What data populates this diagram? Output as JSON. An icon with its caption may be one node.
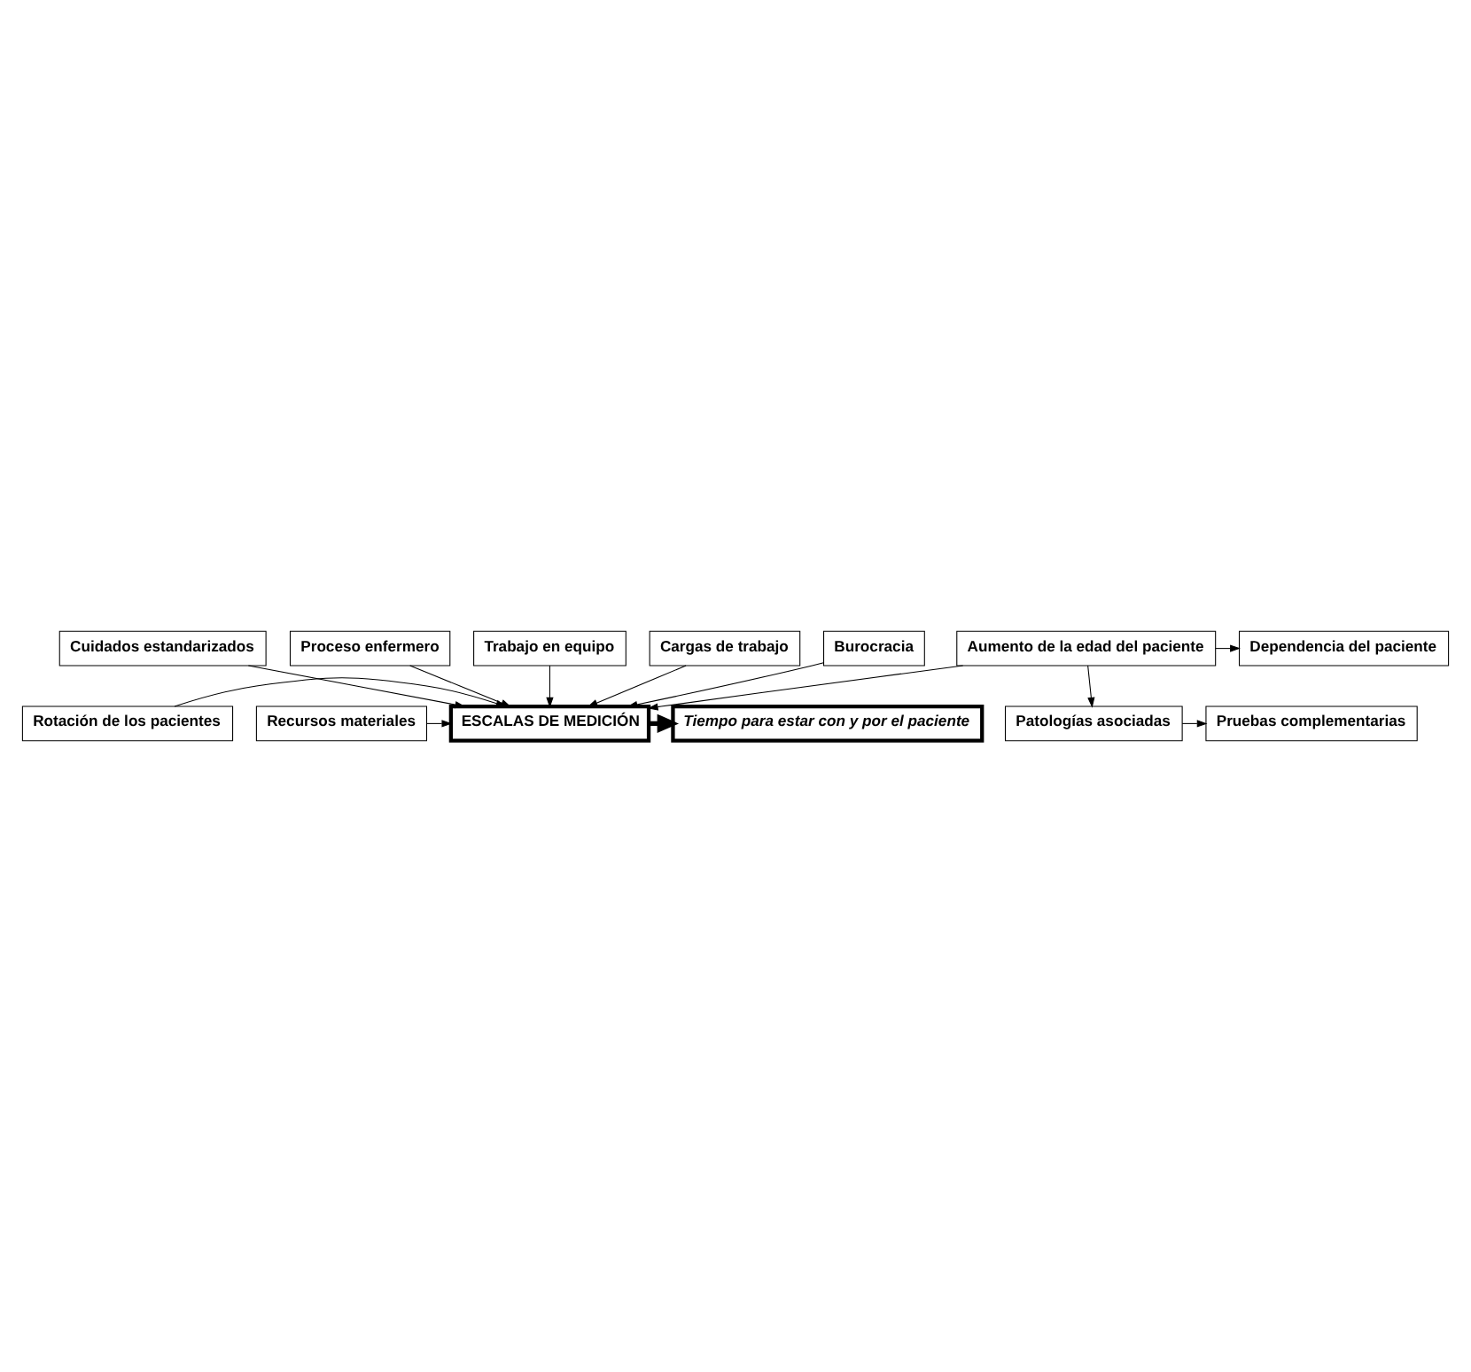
{
  "diagram": {
    "nodes": [
      {
        "text": [
          "Cuidados estandarizados"
        ]
      },
      {
        "text": [
          "Proceso enfermero"
        ]
      },
      {
        "text": [
          "Trabajo en equipo"
        ]
      },
      {
        "text": [
          "Cargas de trabajo"
        ]
      },
      {
        "text": [
          "Rotación de los pacientes"
        ]
      },
      {
        "text": [
          "Burocracia"
        ]
      },
      {
        "text": [
          "ESCALAS DE MEDICIÓN"
        ]
      },
      {
        "text": [
          "Recursos materiales"
        ]
      },
      {
        "text": [
          "Tiempo para estar con y por el paciente"
        ]
      },
      {
        "text": [
          "Aumento de la edad del paciente"
        ]
      },
      {
        "text": [
          "Dependencia del paciente"
        ]
      },
      {
        "text": [
          "Pruebas complementarias"
        ]
      },
      {
        "text": [
          "Patologías asociadas"
        ]
      }
    ],
    "edges": [
      {
        "from": 0,
        "to": 6,
        "arrow": "to"
      },
      {
        "from": 1,
        "to": 6,
        "arrow": "to"
      },
      {
        "from": 2,
        "to": 6,
        "arrow": "to"
      },
      {
        "from": 3,
        "to": 6,
        "arrow": "to"
      },
      {
        "from": 4,
        "to": 6,
        "arrow": "to"
      },
      {
        "from": 5,
        "to": 6,
        "arrow": "to"
      },
      {
        "from": 7,
        "to": 6,
        "arrow": "to"
      },
      {
        "from": 6,
        "to": 8,
        "arrow": "to",
        "style": "thick"
      },
      {
        "from": 9,
        "to": 6,
        "arrow": "to"
      },
      {
        "from": 9,
        "to": 10,
        "arrow": "to"
      },
      {
        "from": 9,
        "to": 12,
        "arrow": "to"
      },
      {
        "from": 12,
        "to": 11,
        "arrow": "to"
      }
    ]
  }
}
